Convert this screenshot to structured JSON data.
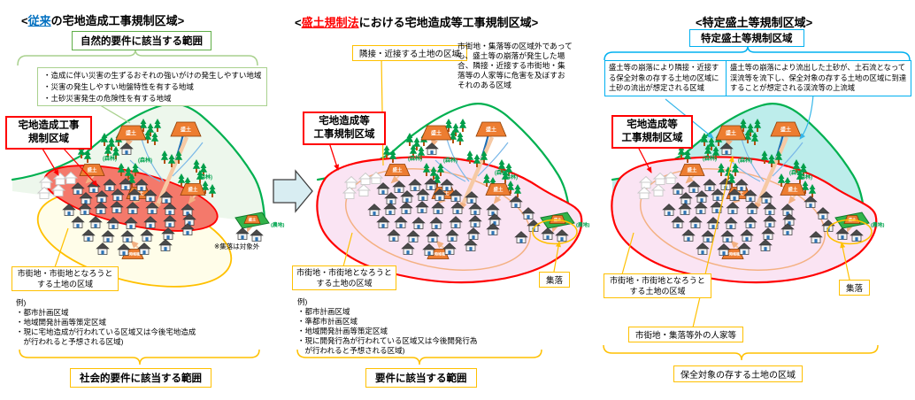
{
  "shared": {
    "embankment_label": "盛土",
    "temp_deposit_label": "一時堆積",
    "forest_label": "(森林)",
    "farmland_label": "(農地)",
    "colors": {
      "green": "#00B050",
      "red": "#FF0000",
      "yellow": "#FFC000",
      "cyan": "#00B0F0",
      "region_red_fill": "#F4796B",
      "region_yellow_fill": "#FFFDE9",
      "region_pink_fill": "#FAE4F3",
      "mountain_green_fill": "#EDF7EC",
      "mountain_cyan_fill": "#BDEDEB",
      "embankment_orange": "#ED7D31"
    }
  },
  "panel1": {
    "title": {
      "pre": "<",
      "em": "従来",
      "post": "の宅地造成工事規制区域>"
    },
    "natural_range_box": "自然的要件に該当する範囲",
    "criteria": [
      "・造成に伴い災害の生ずるおそれの強いがけの発生しやすい地域",
      "・災害の発生しやすい地盤特性を有する地域",
      "・土砂災害発生の危険性を有する地域"
    ],
    "regulation_box": {
      "line1": "宅地造成工事",
      "line2": "規制区域"
    },
    "city_box": {
      "line1": "市街地・市街地となろうと",
      "line2": "する土地の区域"
    },
    "examples": [
      "例)",
      "・都市計画区域",
      "・地域開発計画等策定区域",
      "・現に宅地造成が行われている区域又は今後宅地造成",
      "　が行われると予想される区域)"
    ],
    "social_range_box": "社会的要件に該当する範囲",
    "settlement_note": "※集落は対象外"
  },
  "panel2": {
    "title": {
      "pre": "<",
      "em": "盛土規制法",
      "post": "における宅地造成等工事規制区域>"
    },
    "adjacent_box": "隣接・近接する土地の区域",
    "description": "市街地・集落等の区域外であっても、盛土等の崩落が発生した場合、隣接・近接する市街地・集落等の人家等に危害を及ぼすおそれのある区域",
    "regulation_box": {
      "line1": "宅地造成等",
      "line2": "工事規制区域"
    },
    "city_box": {
      "line1": "市街地・市街地となろうと",
      "line2": "する土地の区域"
    },
    "examples": [
      "例)",
      "・都市計画区域",
      "・準都市計画区域",
      "・地域開発計画等策定区域",
      "・現に開発行為が行われている区域又は今後開発行為",
      "　が行われると予想される区域)"
    ],
    "settlement_box": "集落",
    "requirement_range_box": "要件に該当する範囲"
  },
  "panel3": {
    "title": "<特定盛土等規制区域>",
    "header_box": "特定盛土等規制区域",
    "left_box": "盛土等の崩落により隣接・近接する保全対象の存する土地の区域に土砂の流出が想定される区域",
    "right_box": "盛土等の崩落により流出した土砂が、土石流となって渓流等を流下し、保全対象の存する土地の区域に到達することが想定される渓流等の上流域",
    "regulation_box": {
      "line1": "宅地造成等",
      "line2": "工事規制区域"
    },
    "city_box": {
      "line1": "市街地・市街地となろうと",
      "line2": "する土地の区域"
    },
    "houses_outside_box": "市街地・集落等外の人家等",
    "settlement_box": "集落",
    "preserve_range_box": "保全対象の存する土地の区域"
  }
}
